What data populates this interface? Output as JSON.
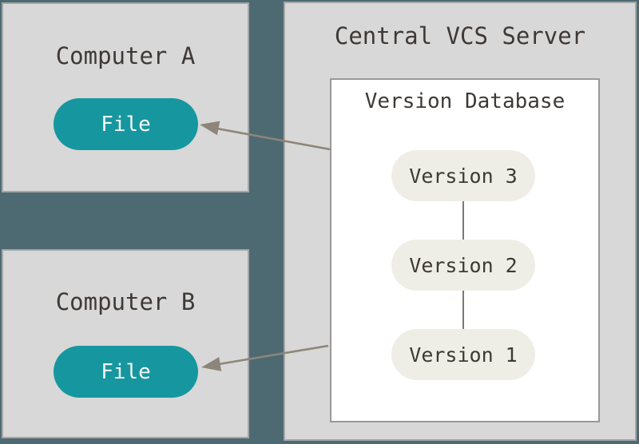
{
  "colors": {
    "background": "#4d6a73",
    "panel_fill": "#d8d8d8",
    "panel_border": "#a6a6a6",
    "db_fill": "#ffffff",
    "db_border": "#999999",
    "file_pill": "#1697a0",
    "file_text": "#f4f6f6",
    "version_pill": "#efeee6",
    "text_dark": "#3e3935",
    "connector": "#7c7875",
    "arrow": "#8d8579"
  },
  "panels": {
    "computer_a": {
      "title": "Computer A",
      "file": {
        "label": "File"
      }
    },
    "computer_b": {
      "title": "Computer B",
      "file": {
        "label": "File"
      }
    },
    "server": {
      "title": "Central VCS Server",
      "database": {
        "title": "Version Database",
        "versions": [
          "Version 3",
          "Version 2",
          "Version 1"
        ]
      }
    }
  },
  "arrows": [
    {
      "from": "version-database",
      "to": "computer-a-file"
    },
    {
      "from": "version-database",
      "to": "computer-b-file"
    }
  ]
}
